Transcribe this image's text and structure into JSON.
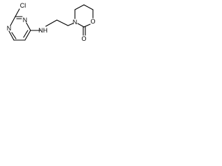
{
  "molecule": {
    "atoms": {
      "cl": "Cl",
      "n_ring_top": "N",
      "n_ring_bottom": "N",
      "nh": "NH",
      "n_oxazinanone": "N",
      "o_ring": "O",
      "o_carbonyl": "O"
    }
  }
}
